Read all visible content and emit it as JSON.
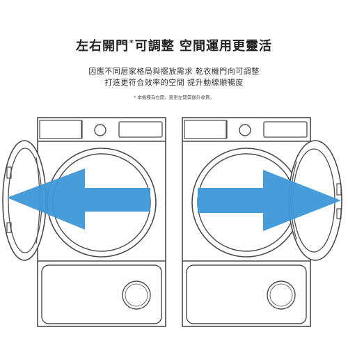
{
  "headline": {
    "part1": "左右開門",
    "marker": "*",
    "part2": "可調整 空間運用更靈活"
  },
  "description": {
    "line1": "因應不同居家格局與擺放需求 乾衣機門向可調整",
    "line2": "打造更符合效率的空間 提升動線順暢度"
  },
  "note": "* 本機種為右開，變更左開需額外收費。",
  "colors": {
    "arrow": "#3d97d8",
    "outline": "#4a4a4a",
    "background": "#ffffff"
  },
  "illustrations": [
    {
      "name": "left-opening-dryer",
      "arrow": "arrow-pointing-left"
    },
    {
      "name": "right-opening-dryer",
      "arrow": "arrow-pointing-right"
    }
  ]
}
